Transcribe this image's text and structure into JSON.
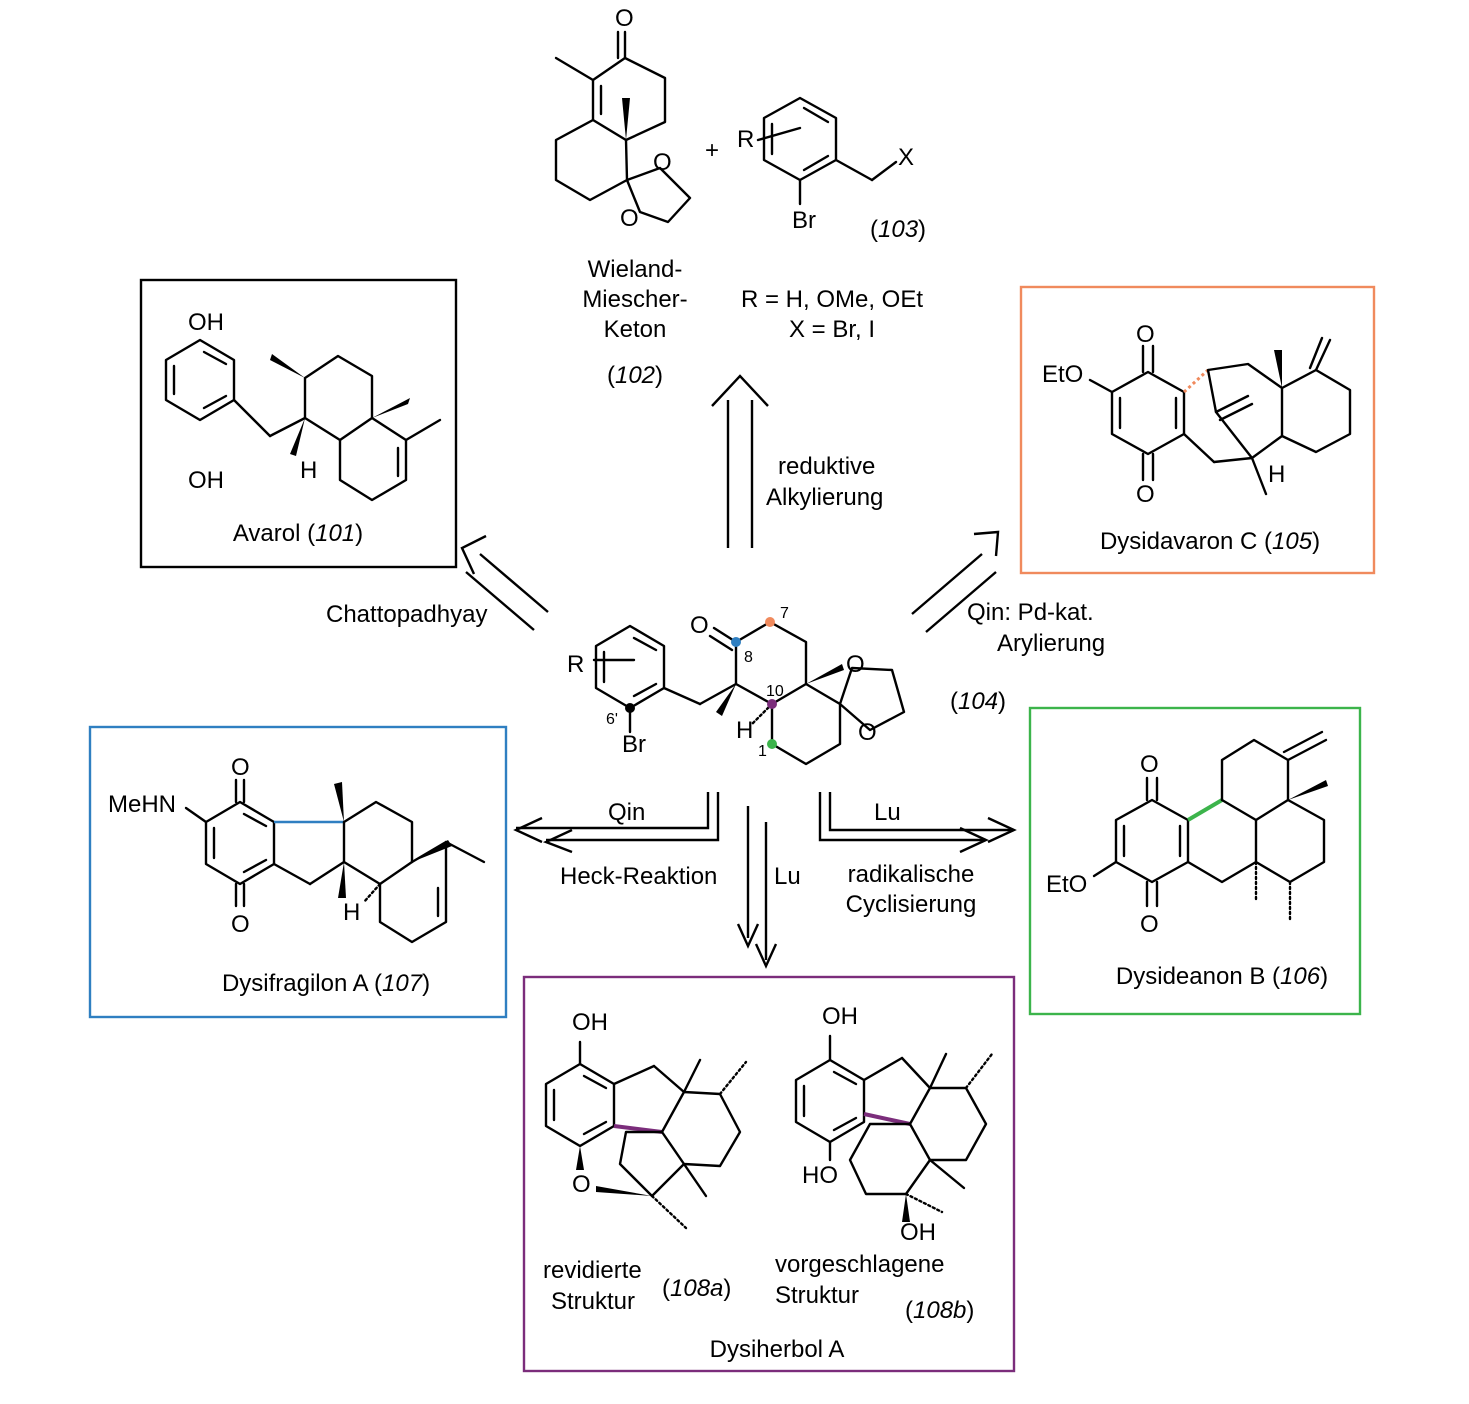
{
  "colors": {
    "avarol_box": "#000000",
    "dysidavaron_box": "#f08a5d",
    "dysifragilon_box": "#2f7fc1",
    "dysideanon_box": "#3cb44b",
    "dysiherbol_box": "#7b2d7b",
    "pos7": "#f08a5d",
    "pos8": "#2f7fc1",
    "pos10": "#7b2d7b",
    "pos1": "#3cb44b",
    "pos6p": "#000000"
  },
  "top": {
    "wieland_name": [
      "Wieland-",
      "Miescher-",
      "Keton"
    ],
    "wieland_num": "102",
    "plus": "+",
    "reagent_num": "103",
    "r_def": "R = H, OMe, OEt",
    "x_def": "X = Br, I",
    "atoms": {
      "o": "O",
      "r": "R",
      "x": "X",
      "br": "Br"
    }
  },
  "arrows": {
    "up": [
      "reduktive",
      "Alkylierung"
    ],
    "upper_left": "Chattopadhyay",
    "upper_right": [
      "Qin: Pd-kat.",
      "Arylierung"
    ],
    "left_top": "Qin",
    "left_bottom": "Heck-Reaktion",
    "down": "Lu",
    "right_top": "Lu",
    "right_bottom": [
      "radikalische",
      "Cyclisierung"
    ]
  },
  "center": {
    "num": "104",
    "atoms": {
      "o": "O",
      "r": "R",
      "br": "Br",
      "h": "H"
    },
    "positions": {
      "p7": "7",
      "p8": "8",
      "p10": "10",
      "p1": "1",
      "p6p": "6'"
    }
  },
  "avarol": {
    "name": "Avarol",
    "num": "101",
    "oh1": "OH",
    "oh2": "OH",
    "h": "H"
  },
  "dysidavaron": {
    "name": "Dysidavaron C",
    "num": "105",
    "eto": "EtO",
    "o": "O",
    "h": "H"
  },
  "dysifragilon": {
    "name": "Dysifragilon A",
    "num": "107",
    "mehn": "MeHN",
    "o": "O",
    "h": "H"
  },
  "dysideanon": {
    "name": "Dysideanon B",
    "num": "106",
    "eto": "EtO",
    "o": "O"
  },
  "dysiherbol": {
    "name": "Dysiherbol A",
    "a_label": [
      "revidierte",
      "Struktur"
    ],
    "a_num": "108a",
    "b_label": [
      "vorgeschlagene",
      "Struktur"
    ],
    "b_num": "108b",
    "oh": "OH",
    "ho": "HO",
    "o": "O"
  }
}
